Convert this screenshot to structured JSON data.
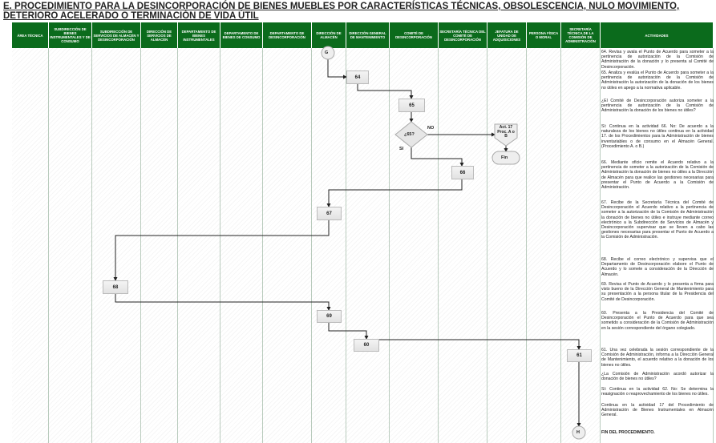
{
  "title": "E. PROCEDIMIENTO PARA LA DESINCORPORACIÓN DE BIENES MUEBLES POR CARACTERÍSTICAS TÉCNICAS, OBSOLESCENCIA, NULO MOVIMIENTO, DETERIORO ACELERADO O TERMINACIÓN DE VIDA ÚTIL",
  "headers": [
    "ÁREA TÉCNICA",
    "SUBDIRECCIÓN DE BIENES INSTRUMENTALES Y DE CONSUMO",
    "SUBDIRECCIÓN DE SERVICIOS DE ALMACÉN Y DESINCORPORACIÓN",
    "DIRECCIÓN DE SERVICIOS DE ALMACÉN",
    "DEPARTAMENTO DE BIENES INSTRUMENTALES",
    "DEPARTAMENTO DE BIENES DE CONSUMO",
    "DEPARTAMENTO DE DESINCORPORACIÓN",
    "DIRECCIÓN DE ALMACÉN",
    "DIRECCIÓN GENERAL DE MANTENIMIENTO",
    "COMITÉ DE DESINCORPORACIÓN",
    "SECRETARÍA TÉCNICA DEL COMITÉ DE DESINCORPORACIÓN",
    "JEFATURA DE UNIDAD DE ADQUISICIONES",
    "PERSONA FÍSICA O MORAL",
    "SECRETARÍA TÉCNICA DE LA COMISIÓN DE ADMINISTRACIÓN",
    "ACTIVIDADES"
  ],
  "flow": {
    "start": "G",
    "b64": "64",
    "b65": "65",
    "decision": "¿65?",
    "no": "NO",
    "si": "SI",
    "offpage": "Act. 17 Proc. A o B",
    "fin": "Fin",
    "b66": "66",
    "b67": "67",
    "b68": "68",
    "b69": "69",
    "b60": "60",
    "b61": "61",
    "end": "H"
  },
  "activities": [
    "64. Revisa y avala el Punto de Acuerdo para someter a la pertinencia de autorización de la Comisión de Administración de la donación y lo presenta al Comité de Desincorporación.",
    "65. Analiza y evalúa el Punto de Acuerdo para someter a la pertinencia de autorización de la Comisión de Administración la autorización de la donación de los bienes no útiles en apego a la normativa aplicable.",
    "¿El Comité de Desincorporación autoriza someter a la pertinencia de autorización de la Comisión de Administración la donación de los bienes no útiles?",
    "Sí: Continua en la actividad 66. No: De acuerdo a la naturaleza de los bienes no útiles continua en la actividad 17. de los Procedimientos para la Administración de bienes inventariables o de consumo en el Almacén General. (Procedimiento A. o B.)",
    "66. Mediante oficio remite el Acuerdo relativo a la pertinencia de someter a la autorización de la Comisión de Administración la donación de bienes no útiles a la Dirección de Almacén para que realice las gestiones necesarias para presentar el Punto de Acuerdo a la Comisión de Administración.",
    "67. Recibe de la Secretaría Técnica del Comité de Desincorporación el Acuerdo relativo a la pertinencia de someter a la autorización de la Comisión de Administración la donación de bienes no útiles e instruye mediante correo electrónico a la Subdirección de Servicios de Almacén y Desincorporación supervisar que se lleven a cabo las gestiones necesarias para presentar el Punto de Acuerdo a la Comisión de Administración.",
    "68. Recibe el correo electrónico y supervisa que el Departamento de Desincorporación elabore el Punto de Acuerdo y lo somete a consideración de la Dirección de Almacén.",
    "69. Revisa el Punto de Acuerdo y lo presenta a firma para visto bueno de la Dirección General de Mantenimiento para su presentación a la persona titular de la Presidencia del Comité de Desincorporación.",
    "60. Presenta a la Presidencia del Comité de Desincorporación el Punto de Acuerdo para que sea sometido a consideración de la Comisión de Administración en la sesión correspondiente del órgano colegiado.",
    "61. Una vez celebrada la sesión correspondiente de la Comisión de Administración, informa a la Dirección General de Mantenimiento, el acuerdo relativo a la donación de los bienes no útiles.",
    "¿La Comisión de Administración acordó autorizar la donación de bienes no útiles?",
    "Sí: Continua en la actividad 62. No: Se determina la reasignación o reaprovechamiento de los bienes no útiles.",
    "Continua en la actividad 17 del Procedimiento de Administración de Bienes Instrumentales en Almacén General.",
    "FIN DEL PROCEDIMIENTO."
  ]
}
